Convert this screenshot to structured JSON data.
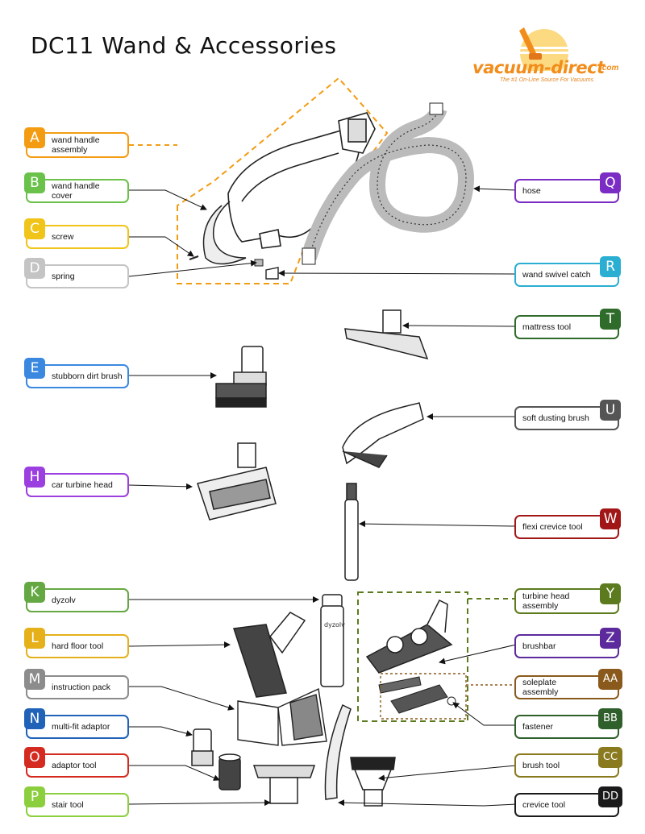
{
  "title": "DC11 Wand & Accessories",
  "logo": {
    "name": "vacuum-direct",
    "suffix": ".com",
    "tagline": "The #1 On-Line Source For Vacuums"
  },
  "parts": [
    {
      "id": "A",
      "label": "wand handle assembly",
      "color": "#f39c12"
    },
    {
      "id": "B",
      "label": "wand handle cover",
      "color": "#6ac24a"
    },
    {
      "id": "C",
      "label": "screw",
      "color": "#f0c419"
    },
    {
      "id": "D",
      "label": "spring",
      "color": "#c4c4c4"
    },
    {
      "id": "E",
      "label": "stubborn dirt brush",
      "color": "#3b88e0"
    },
    {
      "id": "H",
      "label": "car turbine head",
      "color": "#9b3fe0"
    },
    {
      "id": "K",
      "label": "dyzolv",
      "color": "#65a843"
    },
    {
      "id": "L",
      "label": "hard floor tool",
      "color": "#e5b01a"
    },
    {
      "id": "M",
      "label": "instruction pack",
      "color": "#8c8c8c"
    },
    {
      "id": "N",
      "label": "multi-fit adaptor",
      "color": "#1f62b8"
    },
    {
      "id": "O",
      "label": "adaptor tool",
      "color": "#d42a1f"
    },
    {
      "id": "P",
      "label": "stair tool",
      "color": "#8ccf3e"
    },
    {
      "id": "Q",
      "label": "hose",
      "color": "#7b2cc4"
    },
    {
      "id": "R",
      "label": "wand swivel catch",
      "color": "#2aaed2"
    },
    {
      "id": "T",
      "label": "mattress tool",
      "color": "#2f6b2a"
    },
    {
      "id": "U",
      "label": "soft dusting brush",
      "color": "#555555"
    },
    {
      "id": "W",
      "label": "flexi crevice tool",
      "color": "#a11616"
    },
    {
      "id": "Y",
      "label": "turbine head assembly",
      "color": "#5c7b1f"
    },
    {
      "id": "Z",
      "label": "brushbar",
      "color": "#5c2a9c"
    },
    {
      "id": "AA",
      "label": "soleplate assembly",
      "color": "#8a5a1c"
    },
    {
      "id": "BB",
      "label": "fastener",
      "color": "#2f5f2a"
    },
    {
      "id": "CC",
      "label": "brush tool",
      "color": "#8a7a1f"
    },
    {
      "id": "DD",
      "label": "crevice tool",
      "color": "#1a1a1a"
    }
  ]
}
